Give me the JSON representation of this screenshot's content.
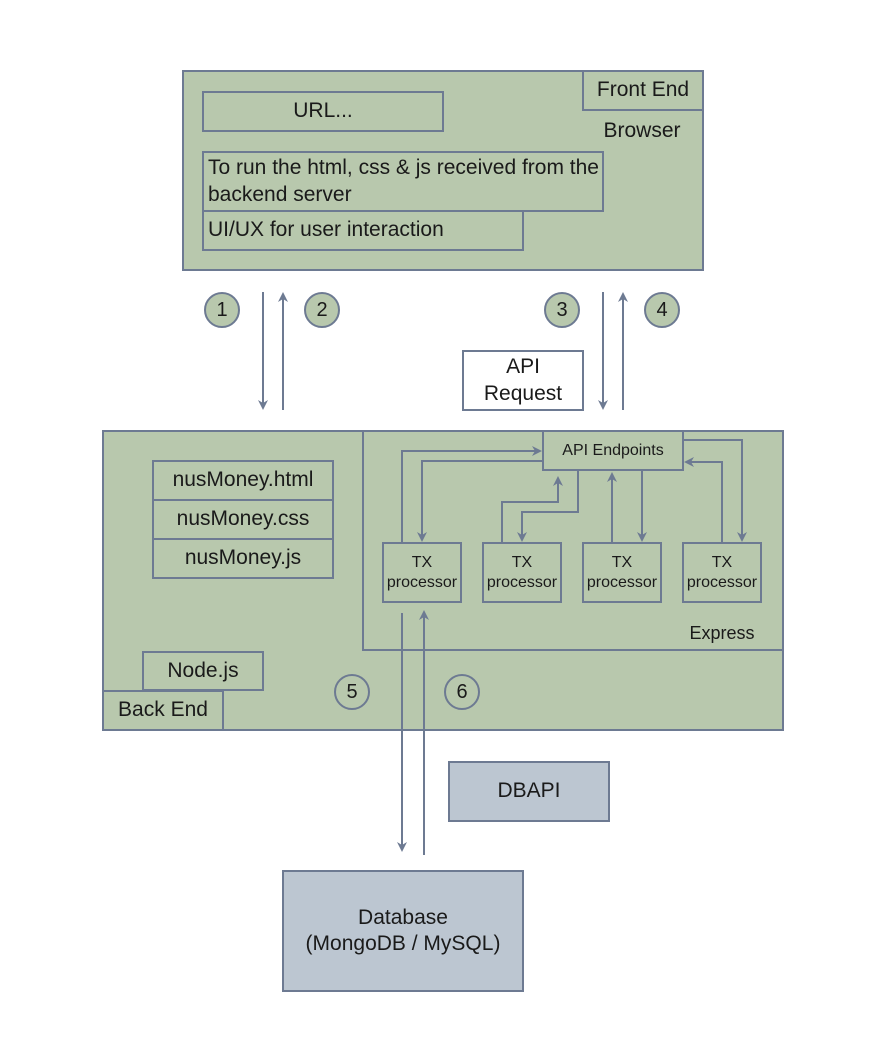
{
  "frontend": {
    "tag": "Front End",
    "browser_label": "Browser",
    "url_label": "URL...",
    "run_text": "To run the html, css & js received from the backend server",
    "uiux_text": "UI/UX for user interaction"
  },
  "steps": [
    "1",
    "2",
    "3",
    "4",
    "5",
    "6"
  ],
  "api_request_label": "API\nRequest",
  "backend": {
    "tag": "Back End",
    "node_label": "Node.js",
    "files": [
      "nusMoney.html",
      "nusMoney.css",
      "nusMoney.js"
    ],
    "express_label": "Express",
    "api_endpoints_label": "API Endpoints",
    "tx_processor_label": "TX\nprocessor"
  },
  "dbapi_label": "DBAPI",
  "database_label": "Database\n(MongoDB / MySQL)",
  "colors": {
    "frontend_fill": "#b8c8ad",
    "backend_fill": "#b8c8ad",
    "database_fill": "#bcc6d1",
    "stroke": "#6d7a92"
  }
}
